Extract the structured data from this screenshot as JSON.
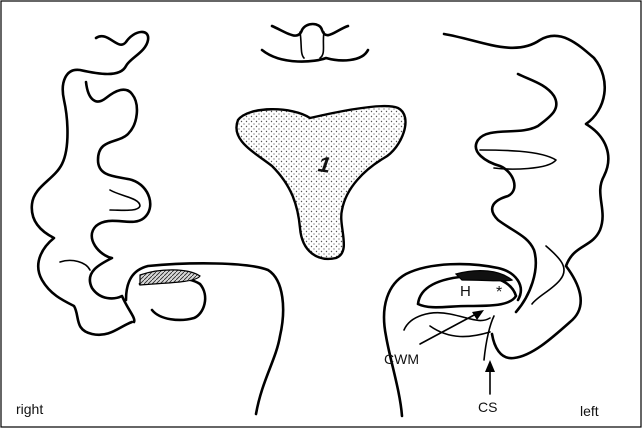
{
  "figure": {
    "labels": {
      "right": "right",
      "left": "left",
      "hippocampus": "H",
      "asterisk": "*",
      "cwm": "CWM",
      "cs": "CS",
      "ventricle_numeral": "1"
    },
    "colors": {
      "background": "#ffffff",
      "stroke": "#000000",
      "stipple": "#555555"
    }
  }
}
